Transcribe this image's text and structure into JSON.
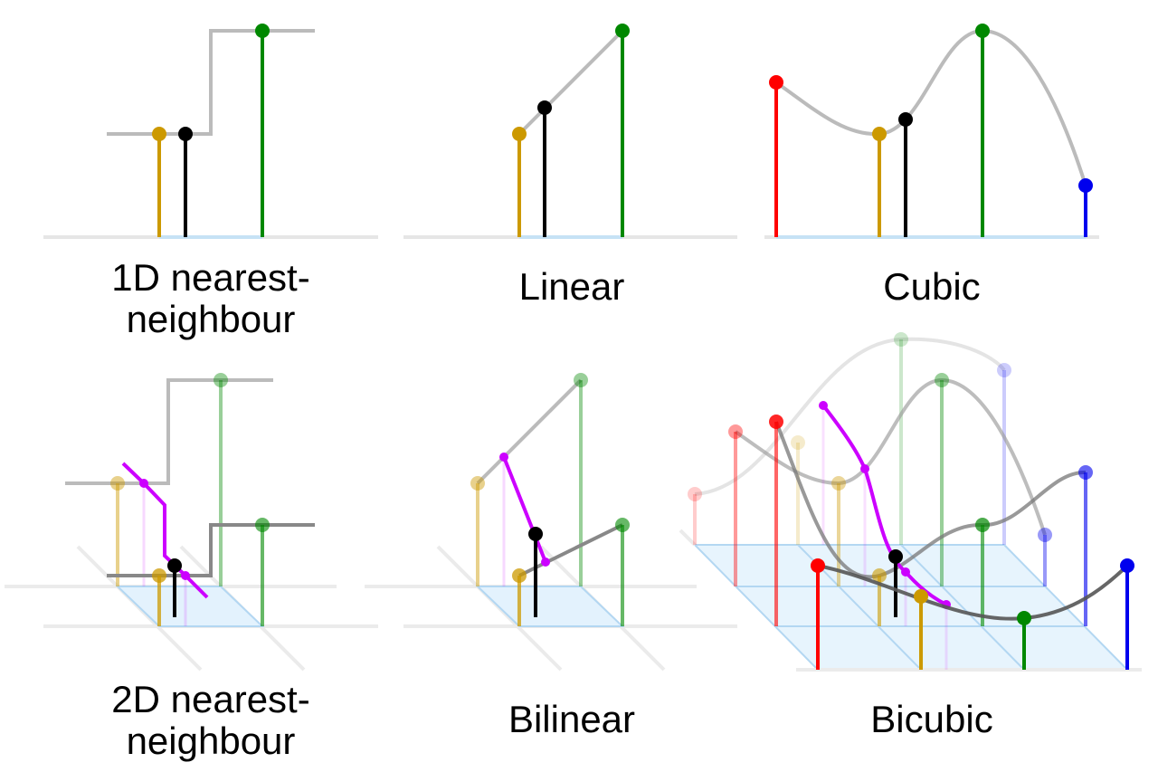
{
  "panels": [
    {
      "id": "nn1d",
      "caption": "1D nearest-\nneighbour"
    },
    {
      "id": "linear",
      "caption": "Linear"
    },
    {
      "id": "cubic",
      "caption": "Cubic"
    },
    {
      "id": "nn2d",
      "caption": "2D nearest-\nneighbour"
    },
    {
      "id": "bilinear",
      "caption": "Bilinear"
    },
    {
      "id": "bicubic",
      "caption": "Bicubic"
    }
  ],
  "colors": {
    "red": "#ff0000",
    "gold": "#cc9900",
    "black": "#000000",
    "green": "#008800",
    "blue": "#0000ee",
    "magenta": "#cc00ff",
    "curve_gray": "#bbbbbb",
    "dark_gray": "#666666",
    "axis": "#e6e6e6",
    "grid_fill": "#e3f2fd",
    "grid_line": "#b3d7f2"
  }
}
